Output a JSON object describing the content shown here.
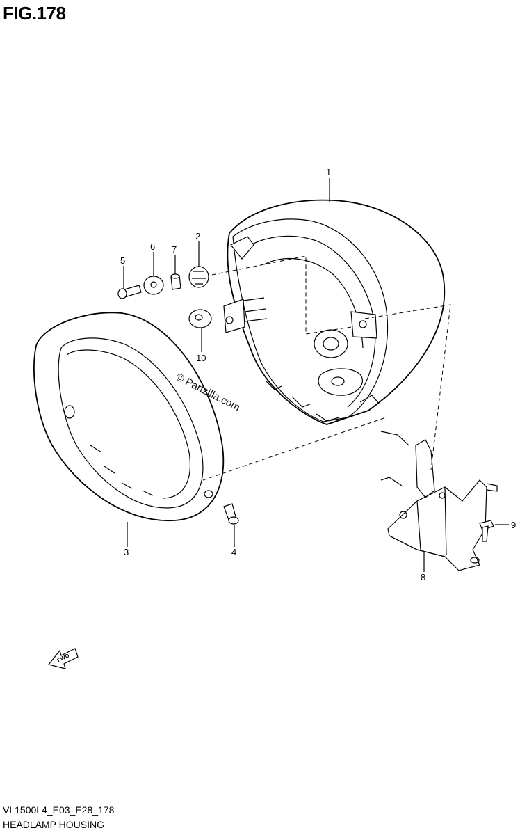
{
  "figure": {
    "title": "FIG.178",
    "model_code": "VL1500L4_E03_E28_178",
    "name": "HEADLAMP HOUSING"
  },
  "watermark": "© Partzilla.com",
  "direction_badge": "FWD",
  "callouts": [
    "1",
    "2",
    "3",
    "4",
    "5",
    "6",
    "7",
    "8",
    "9",
    "10"
  ]
}
